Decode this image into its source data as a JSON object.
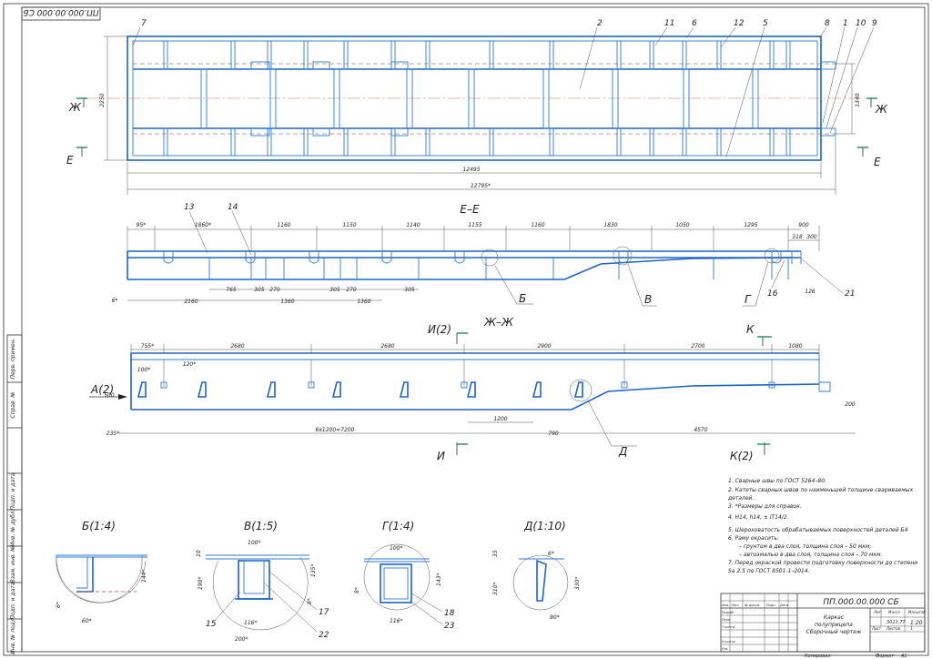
{
  "doc_code_rotated": "ПП.000.00.000 СБ",
  "title_block": {
    "designation": "ПП.000.00.000 СБ",
    "name_line1": "Каркас",
    "name_line2": "полуприцепа",
    "name_line3": "Сборочный чертеж",
    "scale": "1:20",
    "mass": "3013,77",
    "sheet": "Лист",
    "sheets": "Листов",
    "sheets_count": "1",
    "hdr_lit": "Лит.",
    "hdr_mass": "Масса",
    "hdr_scale": "Масштаб",
    "rows": [
      "Изм.",
      "Лист",
      "№ докум.",
      "Подп.",
      "Дата"
    ],
    "roles": [
      "Разраб.",
      "Пров.",
      "Т.контр.",
      "",
      "Н.контр.",
      "Утв."
    ],
    "copied": "Копировал",
    "format": "Формат",
    "format_val": "A1"
  },
  "left_strip": [
    "Перв. примен.",
    "Справ. №",
    "Подп. и дата",
    "Инв. № дубл.",
    "Взам. инв. №",
    "Подп. и дата",
    "Инв. № подл."
  ],
  "top_view": {
    "balloons": [
      "7",
      "2",
      "11",
      "6",
      "12",
      "5",
      "8",
      "1",
      "10",
      "9"
    ],
    "dim_length": "12495",
    "dim_overall": "12795*",
    "dim_width": "2250",
    "dim_inner": "1340",
    "sec_zh": "Ж",
    "sec_e": "Е"
  },
  "section_ee": {
    "title": "Е–Е",
    "top_dims": [
      "95*",
      "1860*",
      "1160",
      "1150",
      "1140",
      "1155",
      "1160",
      "1830",
      "1050",
      "1295",
      "900"
    ],
    "small_dims": [
      "318",
      "300"
    ],
    "bottom_dims": [
      "6*",
      "2160",
      "765",
      "305",
      "270",
      "1360",
      "305",
      "270",
      "1360",
      "305",
      "126"
    ],
    "balloons": [
      "13",
      "14",
      "16",
      "21"
    ],
    "callouts": [
      "Б",
      "В",
      "Г"
    ]
  },
  "section_zhzh": {
    "title": "Ж–Ж",
    "top_dims": [
      "755*",
      "2680",
      "2680",
      "2900",
      "2700",
      "1080"
    ],
    "small_dims": [
      "100*",
      "120*",
      "500"
    ],
    "bottom_dims": [
      "235*",
      "6x1200=7200",
      "1200",
      "790",
      "4570",
      "200"
    ],
    "sec_i": "И(2)",
    "sec_i2": "И",
    "sec_k": "К",
    "sec_k2": "К(2)",
    "view_a": "А(2)",
    "callout_d": "Д"
  },
  "details": [
    {
      "title": "Б(1:4)",
      "dims": [
        "6*",
        "60*",
        "144*"
      ]
    },
    {
      "title": "В(1:5)",
      "dims": [
        "100*",
        "10",
        "190*",
        "135*",
        "8*",
        "116*",
        "200*"
      ],
      "balloons": [
        "15",
        "17",
        "22"
      ]
    },
    {
      "title": "Г(1:4)",
      "dims": [
        "100*",
        "8*",
        "143*",
        "116*"
      ],
      "balloons": [
        "18",
        "23"
      ]
    },
    {
      "title": "Д(1:10)",
      "dims": [
        "35",
        "6*",
        "310*",
        "330*",
        "90*"
      ]
    }
  ],
  "notes": [
    "1. Сварные швы по ГОСТ 5264–80.",
    "2. Катеты сварных швов по наименьшей толщине свариваемых",
    "деталей.",
    "3. *Размеры для справок.",
    "4. H14, h14, ± IT14/2.",
    "5. Шероховатость обрабатываемых поверхностей деталей Б4",
    "6. Раму окрасить:",
    "– грунтом в два слоя, толщина слоя – 50 мкм;",
    "– автоэмалью в два слоя, толщина слоя – 70 мкм.",
    "7. Перед окраской провести подготовку поверхности до степени",
    "Sa 2,5 по ГОСТ 8501-1–2014."
  ],
  "colors": {
    "frame_blue": "#1e63c8",
    "section_green": "#1c8a6a",
    "axis": "#c87a50"
  }
}
